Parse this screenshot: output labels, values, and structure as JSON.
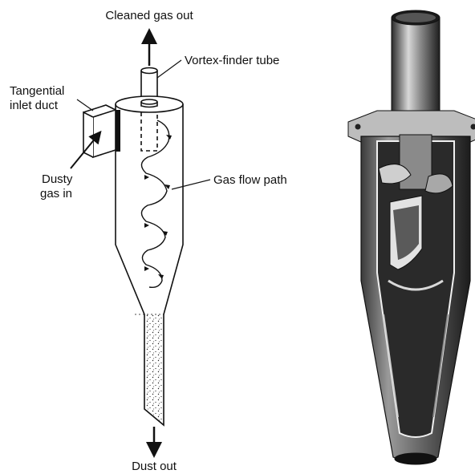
{
  "labels": {
    "cleaned_gas_out": "Cleaned gas out",
    "vortex_finder_tube": "Vortex-finder tube",
    "tangential_inlet_line1": "Tangential",
    "tangential_inlet_line2": "inlet duct",
    "dusty_gas_line1": "Dusty",
    "dusty_gas_line2": "gas in",
    "gas_flow_path": "Gas flow path",
    "dust_out": "Dust out"
  },
  "colors": {
    "ink": "#111111",
    "metal_dark": "#2a2a2a",
    "metal_mid": "#6e6e6e",
    "metal_light": "#d8d8d8",
    "background": "#ffffff"
  }
}
